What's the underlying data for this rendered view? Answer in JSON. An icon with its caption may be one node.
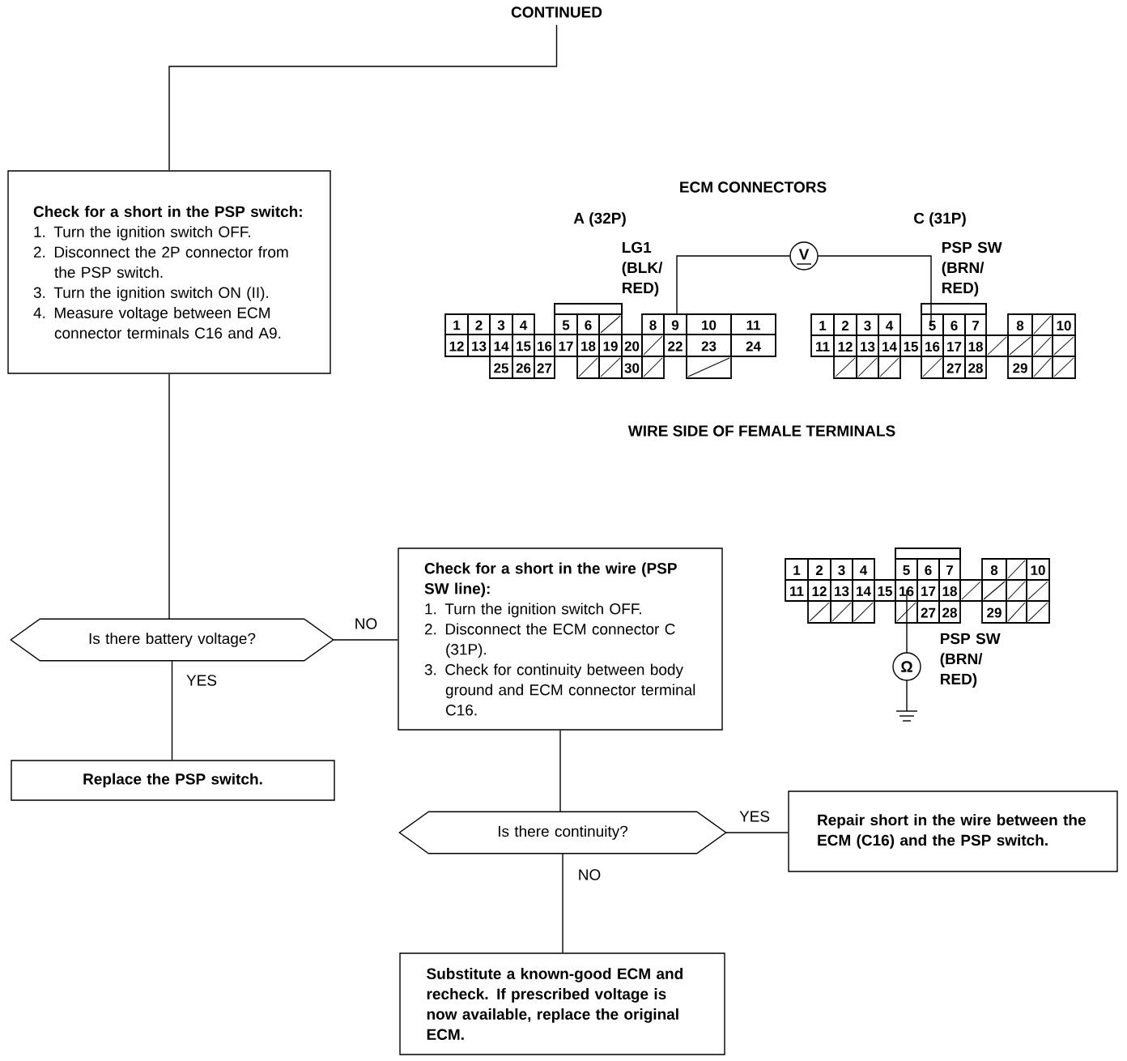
{
  "diagram": {
    "nodes": [
      {
        "text": [
          "CONTINUED"
        ]
      },
      {
        "text": [
          "Check for a short in the PSP switch:",
          "1. Turn the ignition switch OFF.",
          "2. Disconnect the 2P connector from the PSP switch.",
          "3. Turn the ignition switch ON (II).",
          "4. Measure voltage between ECM connector terminals C16 and A9."
        ]
      },
      {
        "text": [
          "Is there battery voltage?"
        ]
      },
      {
        "text": [
          "Replace the PSP switch."
        ]
      },
      {
        "text": [
          "Check for a short in the wire (PSP SW line):",
          "1. Turn the ignition switch OFF.",
          "2. Disconnect the ECM connector C (31P).",
          "3. Check for continuity between body ground and ECM connector terminal C16."
        ]
      },
      {
        "text": [
          "Is there continuity?"
        ]
      },
      {
        "text": [
          "Repair short in the wire between the ECM (C16) and the PSP switch."
        ]
      },
      {
        "text": [
          "Substitute a known-good ECM and recheck. If prescribed voltage is now available, replace the original ECM."
        ]
      }
    ],
    "edges": [
      {
        "from": 0,
        "to": 1,
        "arrow": "none"
      },
      {
        "from": 1,
        "to": 2,
        "arrow": "none"
      },
      {
        "from": 2,
        "to": 3,
        "arrow": "none",
        "label": "YES"
      },
      {
        "from": 2,
        "to": 4,
        "arrow": "none",
        "label": "NO"
      },
      {
        "from": 4,
        "to": 5,
        "arrow": "none"
      },
      {
        "from": 5,
        "to": 6,
        "arrow": "none",
        "label": "YES"
      },
      {
        "from": 5,
        "to": 7,
        "arrow": "none",
        "label": "NO"
      }
    ],
    "labels": [
      "ECM CONNECTORS",
      "A (32P)",
      "C (31P)",
      "LG1 (BLK/ RED)",
      "V",
      "PSP SW (BRN/ RED)",
      "1",
      "2",
      "3",
      "4",
      "5",
      "6",
      "8",
      "9",
      "10",
      "11",
      "12",
      "13",
      "14",
      "15",
      "16",
      "17",
      "18",
      "19",
      "20",
      "22",
      "23",
      "24",
      "25",
      "26",
      "27",
      "30",
      "1",
      "2",
      "3",
      "4",
      "5",
      "6",
      "7",
      "8",
      "10",
      "11",
      "12",
      "13",
      "14",
      "15",
      "16",
      "17",
      "18",
      "27",
      "28",
      "29",
      "WIRE SIDE OF FEMALE TERMINALS",
      "1",
      "2",
      "3",
      "4",
      "5",
      "6",
      "7",
      "8",
      "10",
      "11",
      "12",
      "13",
      "14",
      "15",
      "16",
      "17",
      "18",
      "27",
      "28",
      "29",
      "PSP SW (BRN/ RED)",
      "Ω"
    ]
  }
}
